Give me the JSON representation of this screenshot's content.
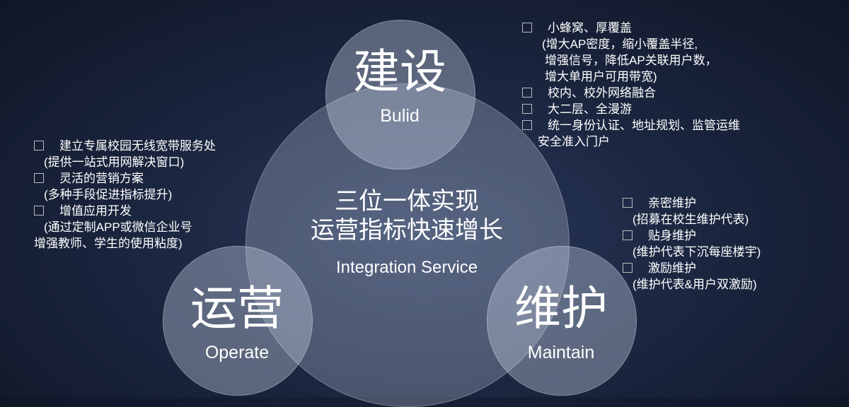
{
  "circles": {
    "top": {
      "cn": "建设",
      "en": "Bulid"
    },
    "left": {
      "cn": "运营",
      "en": "Operate"
    },
    "right": {
      "cn": "维护",
      "en": "Maintain"
    },
    "center": {
      "line1": "三位一体实现",
      "line2": "运营指标快速增长",
      "en": "Integration Service"
    }
  },
  "build_list": [
    {
      "text": "小蜂窝、厚覆盖",
      "bullet": true,
      "indent": 0
    },
    {
      "text": "(增大AP密度，缩小覆盖半径,",
      "bullet": false,
      "indent": 28
    },
    {
      "text": "增强信号，降低AP关联用户数，",
      "bullet": false,
      "indent": 32
    },
    {
      "text": "增大单用户可用带宽)",
      "bullet": false,
      "indent": 32
    },
    {
      "text": "校内、校外网络融合",
      "bullet": true,
      "indent": 0
    },
    {
      "text": "大二层、全漫游",
      "bullet": true,
      "indent": 0
    },
    {
      "text": "统一身份认证、地址规划、监管运维",
      "bullet": true,
      "indent": 0
    },
    {
      "text": "安全准入门户",
      "bullet": false,
      "indent": 22
    }
  ],
  "operate_list": [
    {
      "text": "建立专属校园无线宽带服务处",
      "bullet": true,
      "indent": 0
    },
    {
      "text": "(提供一站式用网解决窗口)",
      "bullet": false,
      "indent": 14
    },
    {
      "text": "灵活的营销方案",
      "bullet": true,
      "indent": 0
    },
    {
      "text": "(多种手段促进指标提升)",
      "bullet": false,
      "indent": 14
    },
    {
      "text": "增值应用开发",
      "bullet": true,
      "indent": 0
    },
    {
      "text": "(通过定制APP或微信企业号",
      "bullet": false,
      "indent": 14
    },
    {
      "text": "增强教师、学生的使用粘度)",
      "bullet": false,
      "indent": 0
    }
  ],
  "maintain_list": [
    {
      "text": "亲密维护",
      "bullet": true,
      "indent": 0
    },
    {
      "text": "(招募在校生维护代表)",
      "bullet": false,
      "indent": 14
    },
    {
      "text": "贴身维护",
      "bullet": true,
      "indent": 0
    },
    {
      "text": "(维护代表下沉每座楼宇)",
      "bullet": false,
      "indent": 14
    },
    {
      "text": "激励维护",
      "bullet": true,
      "indent": 0
    },
    {
      "text": "(维护代表&用户双激励)",
      "bullet": false,
      "indent": 14
    }
  ]
}
